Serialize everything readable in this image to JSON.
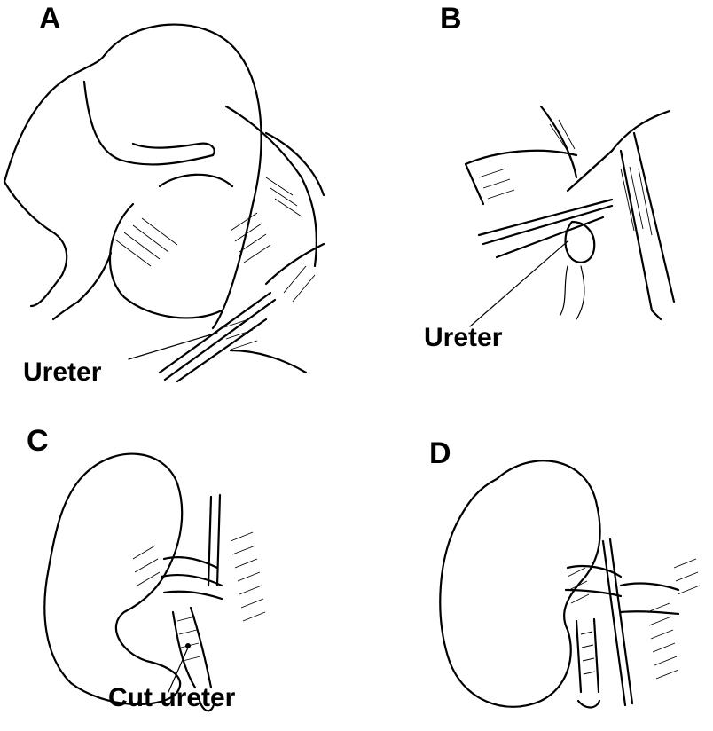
{
  "figure": {
    "panels": [
      {
        "letter": "A",
        "label": "Ureter"
      },
      {
        "letter": "B",
        "label": "Ureter"
      },
      {
        "letter": "C",
        "label": "Cut ureter"
      },
      {
        "letter": "D",
        "label": ""
      }
    ]
  }
}
